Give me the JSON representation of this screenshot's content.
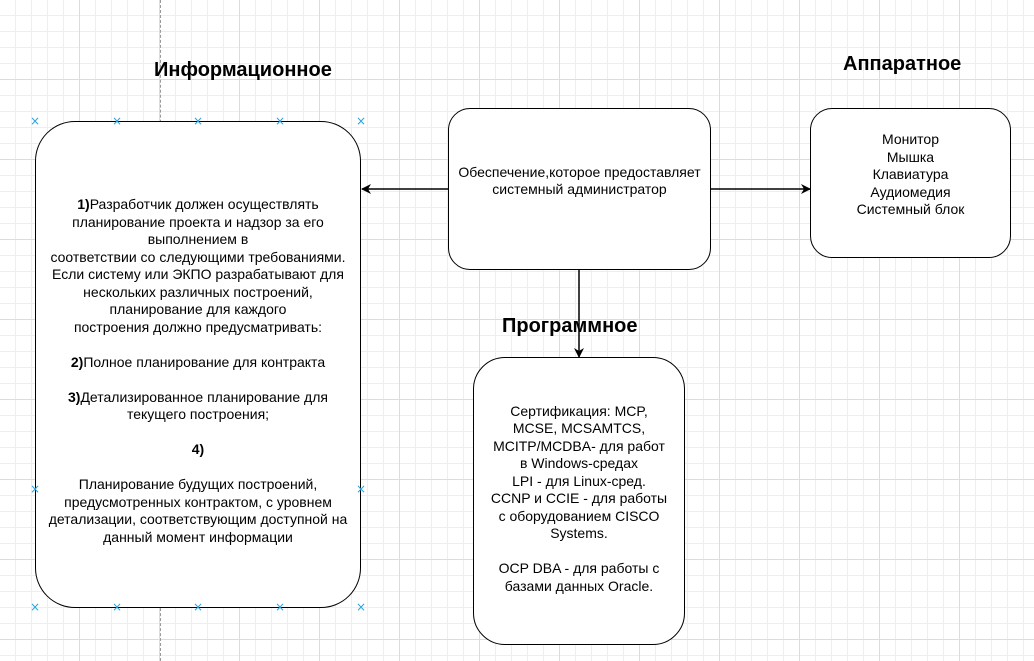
{
  "headings": {
    "informational": "Информационное",
    "hardware": "Аппаратное",
    "software": "Программное"
  },
  "boxes": {
    "center": "Обеспечение,которое предоставляет\nсистемный администратор",
    "hardware": "Монитор\nМышка\nКлавиатура\nАудиомедия\nСистемный блок",
    "software": "Сертификация: MCP,\nMCSE, MCSAMTCS,\nMCITP/MCDBA- для работ\nв  Windows-средах\nLPI - для Linux-сред.\nCCNP и CCIE - для работы\nс оборудованием CISCO\nSystems.\n\nOCP DBA - для работы с\nбазами данных Oracle.",
    "informational": {
      "p1_num": "1)",
      "p1_text": "Разработчик должен осуществлять\nпланирование проекта и надзор за его\nвыполнением в\nсоответствии со следующими требованиями.\nЕсли систему или ЭКПО разрабатывают для\nнескольких различных построений,\nпланирование для каждого\nпостроения должно предусматривать:",
      "p2_num": "2)",
      "p2_text": "Полное планирование для контракта",
      "p3_num": "3)",
      "p3_text": "Детализированное планирование для\nтекущего построения;",
      "p4_num": "4)",
      "p4_text": "Планирование будущих построений,\nпредусмотренных контрактом, с уровнем\nдетализации, соответствующим доступной на\nданный момент информации"
    }
  },
  "colors": {
    "stroke": "#000000",
    "selection_handle": "#29a3e0",
    "grid_major": "#dcdcdc",
    "grid_minor": "#eeeeee"
  }
}
